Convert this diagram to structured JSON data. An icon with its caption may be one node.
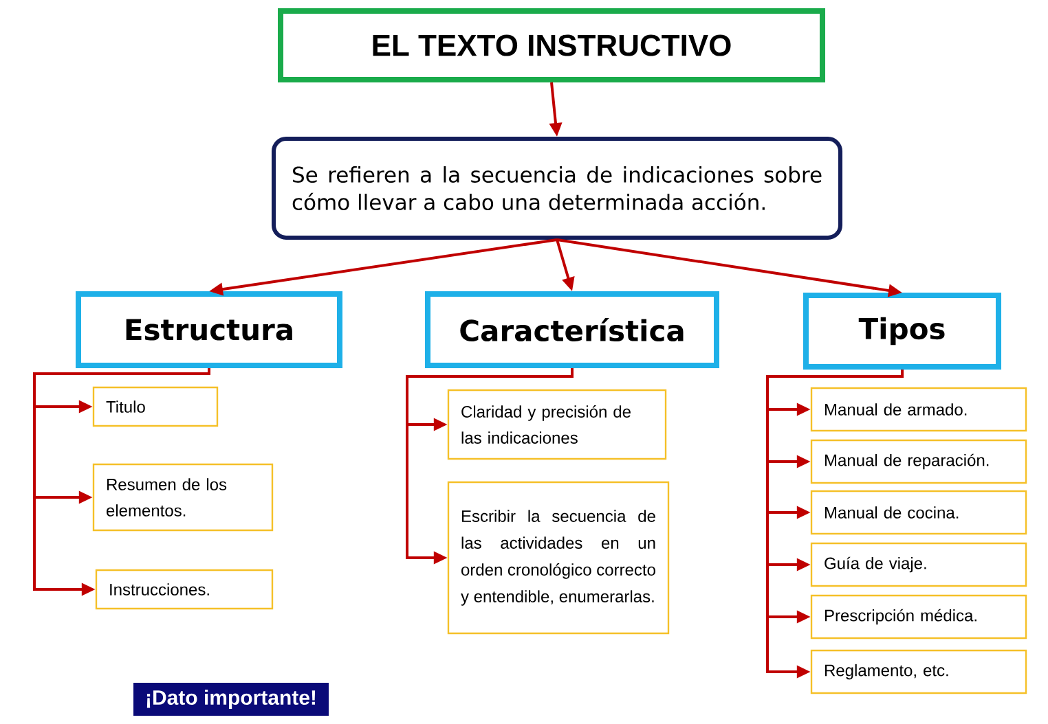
{
  "diagram": {
    "nodes": [
      {
        "text": [
          "EL TEXTO INSTRUCTIVO"
        ]
      },
      {
        "text": [
          "Se refieren a la secuencia de indicaciones sobre cómo llevar a cabo una determinada acción."
        ]
      },
      {
        "text": [
          "Estructura"
        ]
      },
      {
        "text": [
          "Característica"
        ]
      },
      {
        "text": [
          "Tipos"
        ]
      },
      {
        "text": [
          "Titulo"
        ]
      },
      {
        "text": [
          "Resumen de los elementos."
        ]
      },
      {
        "text": [
          "Instrucciones."
        ]
      },
      {
        "text": [
          "Claridad y precisión de las indicaciones"
        ]
      },
      {
        "text": [
          "Escribir la secuencia de las actividades en un orden cronológico correcto y entendible, enumerarlas."
        ]
      },
      {
        "text": [
          "Manual de armado."
        ]
      },
      {
        "text": [
          "Manual de reparación."
        ]
      },
      {
        "text": [
          "Manual de cocina."
        ]
      },
      {
        "text": [
          "Guía de viaje."
        ]
      },
      {
        "text": [
          "Prescripción médica."
        ]
      },
      {
        "text": [
          "Reglamento, etc."
        ]
      },
      {
        "text": [
          "¡Dato importante!"
        ]
      }
    ],
    "edges": [
      {
        "from": 0,
        "to": 1,
        "arrow": "to"
      },
      {
        "from": 1,
        "to": 2,
        "arrow": "to"
      },
      {
        "from": 1,
        "to": 3,
        "arrow": "to"
      },
      {
        "from": 1,
        "to": 4,
        "arrow": "to"
      },
      {
        "from": 2,
        "to": 5,
        "arrow": "to"
      },
      {
        "from": 2,
        "to": 6,
        "arrow": "to"
      },
      {
        "from": 2,
        "to": 7,
        "arrow": "to"
      },
      {
        "from": 3,
        "to": 8,
        "arrow": "to"
      },
      {
        "from": 3,
        "to": 9,
        "arrow": "to"
      },
      {
        "from": 4,
        "to": 10,
        "arrow": "to"
      },
      {
        "from": 4,
        "to": 11,
        "arrow": "to"
      },
      {
        "from": 4,
        "to": 12,
        "arrow": "to"
      },
      {
        "from": 4,
        "to": 13,
        "arrow": "to"
      },
      {
        "from": 4,
        "to": 14,
        "arrow": "to"
      },
      {
        "from": 4,
        "to": 15,
        "arrow": "to"
      }
    ]
  }
}
